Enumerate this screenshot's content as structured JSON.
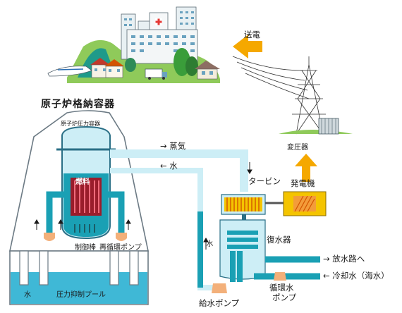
{
  "labels": {
    "containment": "原子炉格納容器",
    "pressure_vessel": "原子炉圧力容器",
    "fuel": "燃料",
    "control_rod": "制御棒",
    "recirc_pump": "再循環ポンプ",
    "water_pool": "水",
    "suppression_pool": "圧力抑制プール",
    "steam": "→ 蒸気",
    "water_return": "← 水",
    "turbine": "タービン",
    "generator": "発電機",
    "transformer": "変圧器",
    "power_transmission": "送電",
    "condenser": "復水器",
    "water_up": "水",
    "discharge": "→ 放水路へ",
    "cooling_water": "← 冷却水（海水）",
    "circ_pump_1": "循環水",
    "circ_pump_2": "ポンプ",
    "feedwater_pump": "給水ポンプ"
  },
  "colors": {
    "steam_light": "#cdeef6",
    "water_teal": "#1aa0b4",
    "pool_blue": "#3fb8d6",
    "arrow_orange": "#f5a800",
    "generator_yellow": "#f4c400",
    "building_green": "#8fca5a"
  }
}
